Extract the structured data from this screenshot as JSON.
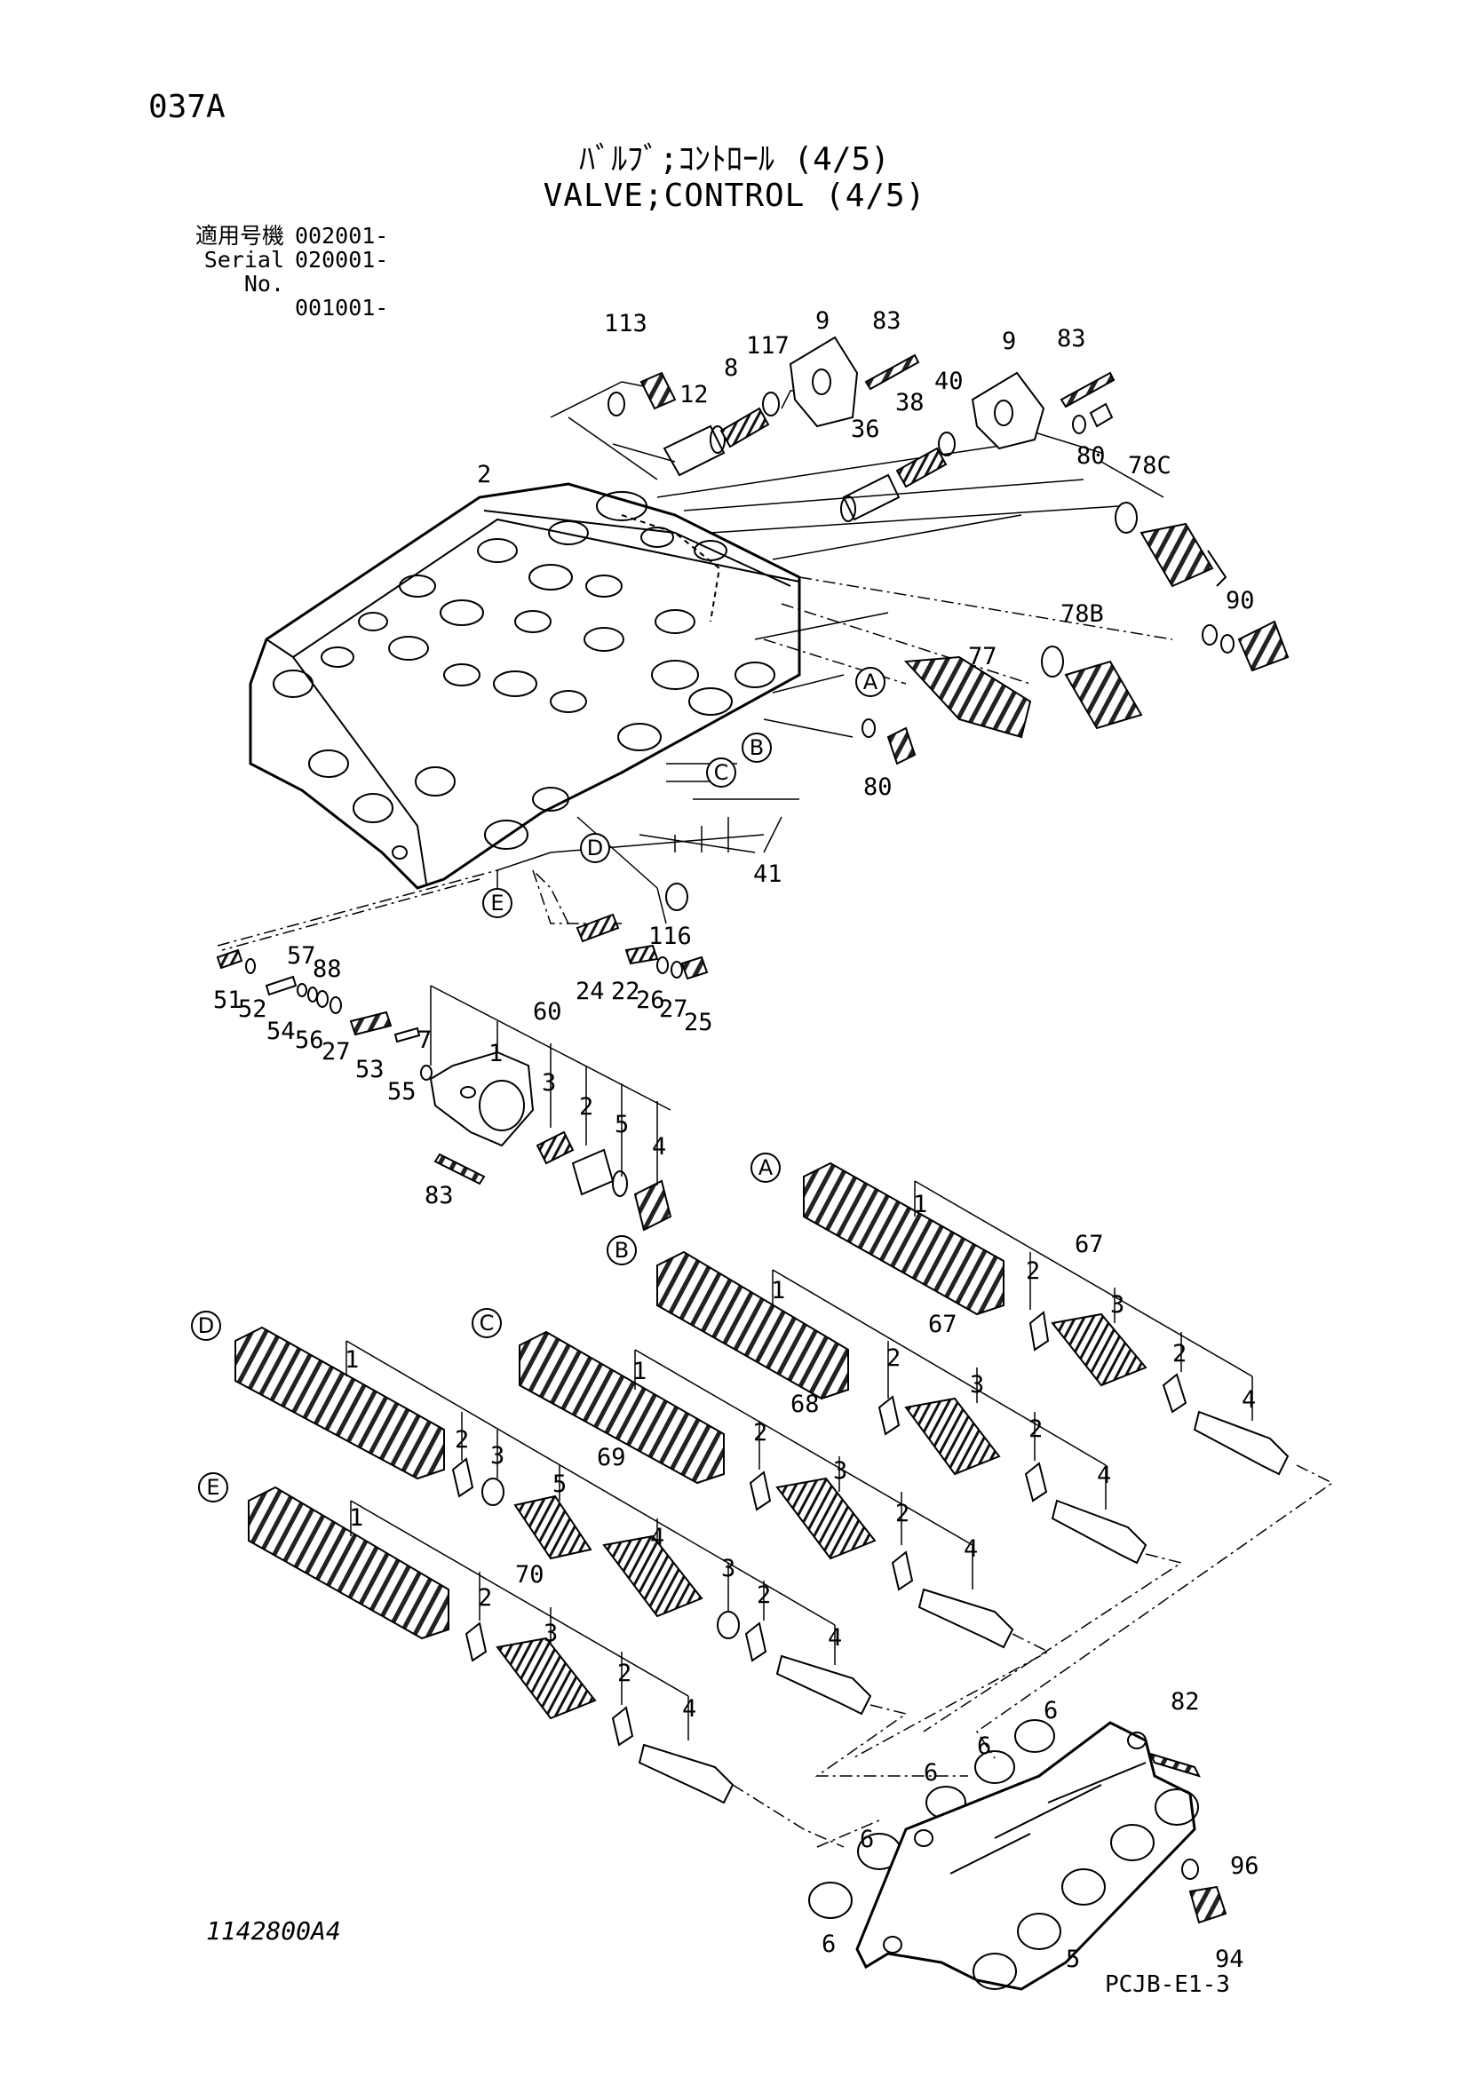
{
  "page_id": "037A",
  "title_jp": "ﾊﾞﾙﾌﾞ;ｺﾝﾄﾛｰﾙ (4/5)",
  "title_en": "VALVE;CONTROL (4/5)",
  "serial": {
    "label_jp": "適用号機",
    "label_en": "Serial No.",
    "values": [
      "002001-",
      "020001-",
      "001001-"
    ]
  },
  "footer": {
    "drawing_no": "1142800A4",
    "page_code": "PCJB-E1-3"
  },
  "circle_labels": [
    "A",
    "B",
    "C",
    "D",
    "E",
    "A",
    "B",
    "D",
    "C",
    "E"
  ],
  "part_labels": [
    "113",
    "9",
    "83",
    "9",
    "83",
    "117",
    "8",
    "12",
    "36",
    "38",
    "40",
    "80",
    "2",
    "78C",
    "78B",
    "90",
    "77",
    "80",
    "41",
    "116",
    "24",
    "22",
    "26",
    "27",
    "25",
    "57",
    "88",
    "51",
    "52",
    "54",
    "56",
    "27",
    "53",
    "55",
    "60",
    "7",
    "1",
    "3",
    "2",
    "5",
    "4",
    "83",
    "1",
    "67",
    "2",
    "3",
    "2",
    "4",
    "1",
    "67",
    "2",
    "3",
    "2",
    "4",
    "1",
    "68",
    "2",
    "3",
    "2",
    "4",
    "1",
    "69",
    "2",
    "3",
    "5",
    "4",
    "3",
    "2",
    "4",
    "1",
    "70",
    "2",
    "3",
    "2",
    "4",
    "82",
    "6",
    "6",
    "6",
    "6",
    "6",
    "96",
    "5",
    "94"
  ]
}
